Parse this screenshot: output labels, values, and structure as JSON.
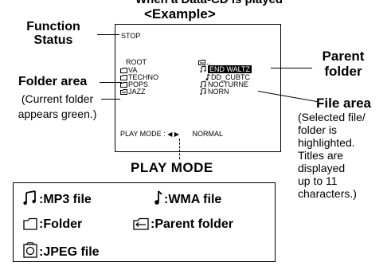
{
  "top_caption": "When a Data-CD is played",
  "example_label": "<Example>",
  "callouts": {
    "function_status": [
      "Function",
      "Status"
    ],
    "folder_area": "Folder area",
    "folder_area_note": [
      "(Current folder",
      "appears green.)"
    ],
    "parent_folder": [
      "Parent",
      "folder"
    ],
    "file_area": "File area",
    "file_area_note": [
      "(Selected file/",
      "folder is",
      "highlighted.",
      "Titles are",
      "displayed",
      "up to 11",
      "characters.)"
    ]
  },
  "screen": {
    "status": "STOP",
    "root_label": "ROOT",
    "folders": [
      "VA",
      "TECHNO",
      "POPS",
      "JAZZ"
    ],
    "parent_folder_label": "..",
    "files": [
      {
        "name": "END WALTZ",
        "icon": "mp3-file-icon",
        "selected": true
      },
      {
        "name": "DD_CUBTC",
        "icon": "wma-file-icon",
        "selected": false
      },
      {
        "name": "NOCTURNE",
        "icon": "mp3-file-icon",
        "selected": false
      },
      {
        "name": "NORN",
        "icon": "mp3-file-icon",
        "selected": false
      }
    ],
    "play_mode_label": "PLAY  MODE :",
    "play_mode_value": "NORMAL"
  },
  "play_mode_caption": "PLAY MODE",
  "legend": {
    "mp3": ":MP3 file",
    "wma": ":WMA file",
    "folder": ":Folder",
    "parent": ":Parent folder",
    "jpeg": ":JPEG file"
  },
  "colors": {
    "text": "#000000",
    "background": "#ffffff",
    "highlight": "#000000"
  }
}
